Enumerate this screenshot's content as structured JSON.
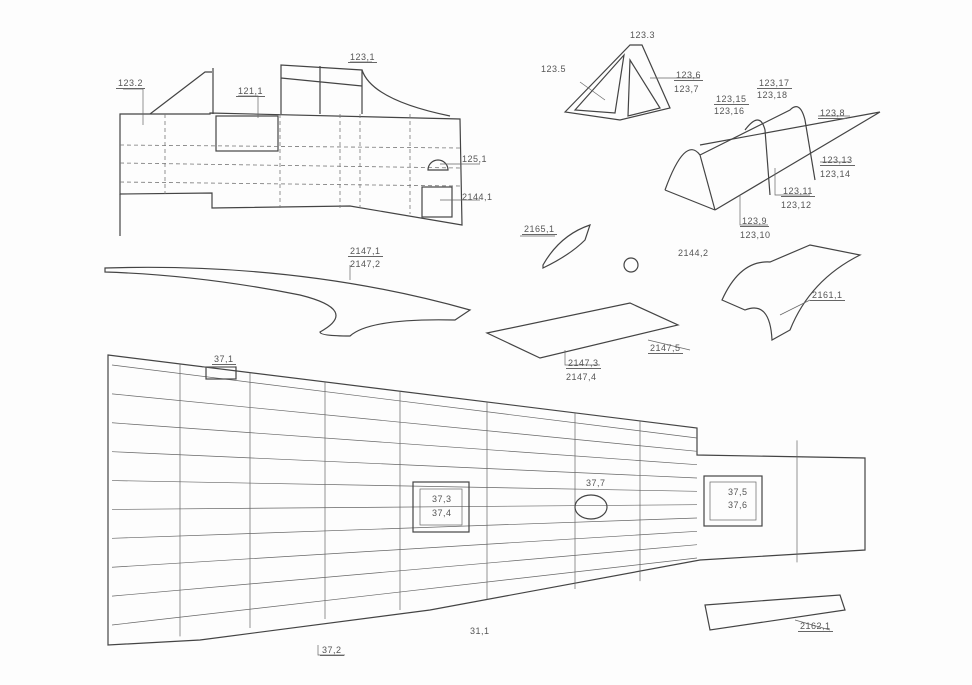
{
  "labels": {
    "l123_2": "123.2",
    "l121_1": "121,1",
    "l123_1": "123,1",
    "l125_1": "125,1",
    "l2144_1": "2144,1",
    "l2147_1": "2147,1",
    "l2147_2": "2147,2",
    "l123_3": "123.3",
    "l123_5": "123.5",
    "l123_6": "123,6",
    "l123_7": "123,7",
    "l123_15": "123,15",
    "l123_16": "123,16",
    "l123_17": "123,17",
    "l123_18": "123,18",
    "l123_8": "123,8",
    "l123_13": "123,13",
    "l123_14": "123,14",
    "l123_11": "123,11",
    "l123_12": "123,12",
    "l123_9": "123,9",
    "l123_10": "123,10",
    "l2165_1": "2165,1",
    "l2144_2": "2144,2",
    "l2161_1": "2161,1",
    "l2147_3": "2147,3",
    "l2147_4": "2147,4",
    "l2147_5": "2147,5",
    "l37_1": "37,1",
    "l37_3": "37,3",
    "l37_4": "37,4",
    "l37_7": "37,7",
    "l37_5": "37,5",
    "l37_6": "37,6",
    "l31_1": "31,1",
    "l37_2": "37,2",
    "l2162_1": "2162,1"
  }
}
